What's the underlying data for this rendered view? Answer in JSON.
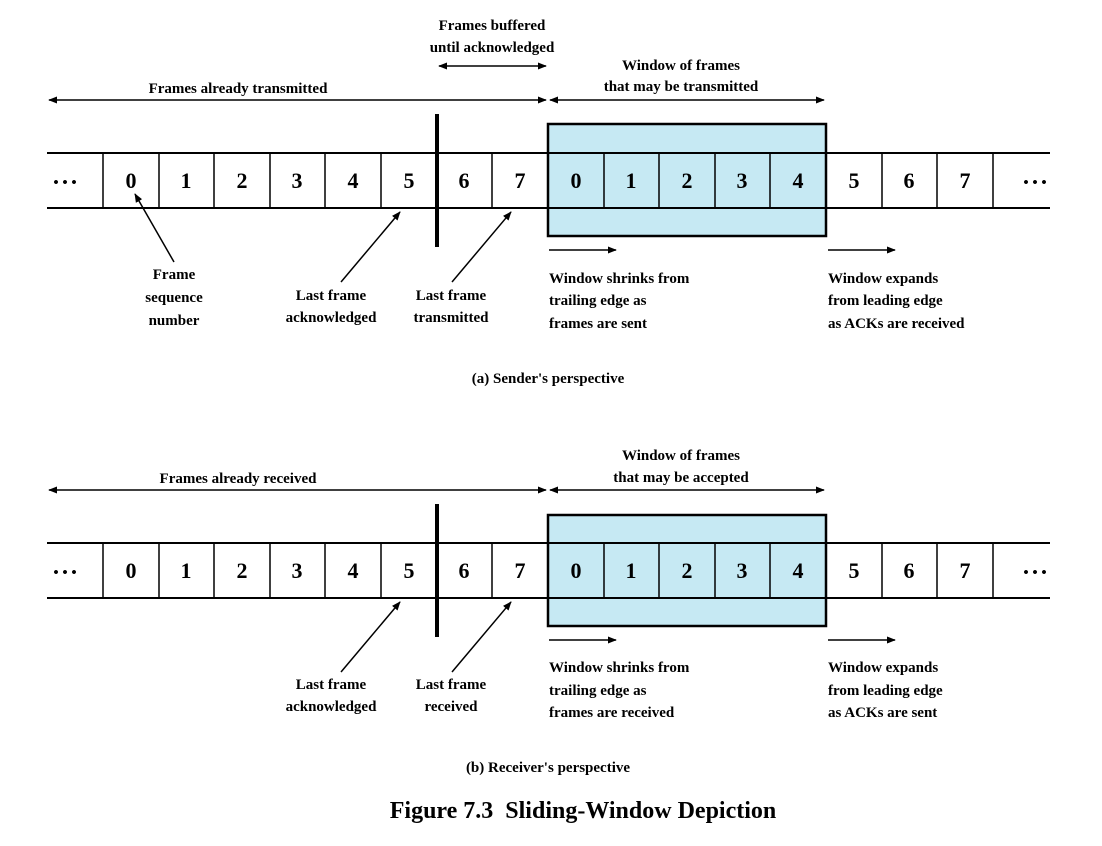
{
  "colors": {
    "window_fill": "#c6e9f3",
    "line": "#000000"
  },
  "icons": {
    "ellipsis": "three-dots",
    "arrows": "double-headed and single-headed arrows"
  },
  "ellipsis": "• • •",
  "figure_title": "Figure 7.3  Sliding-Window Depiction",
  "panels": [
    {
      "id": "sender",
      "caption": "(a) Sender's perspective",
      "frames": [
        "0",
        "1",
        "2",
        "3",
        "4",
        "5",
        "6",
        "7",
        "0",
        "1",
        "2",
        "3",
        "4",
        "5",
        "6",
        "7"
      ],
      "window_frame_count": 5,
      "top_left_label": "Frames already transmitted",
      "buffered_label": [
        "Frames buffered",
        "until acknowledged"
      ],
      "window_label": [
        "Window of frames",
        "that may be transmitted"
      ],
      "frame_seq_label": [
        "Frame",
        "sequence",
        "number"
      ],
      "last_ack_label": [
        "Last frame",
        "acknowledged"
      ],
      "last_frame_label": [
        "Last frame",
        "transmitted"
      ],
      "shrink_label": [
        "Window shrinks from",
        "trailing edge as",
        "frames are sent"
      ],
      "expand_label": [
        "Window expands",
        "from leading edge",
        "as ACKs are received"
      ]
    },
    {
      "id": "receiver",
      "caption": "(b) Receiver's perspective",
      "frames": [
        "0",
        "1",
        "2",
        "3",
        "4",
        "5",
        "6",
        "7",
        "0",
        "1",
        "2",
        "3",
        "4",
        "5",
        "6",
        "7"
      ],
      "window_frame_count": 5,
      "top_left_label": "Frames already received",
      "window_label": [
        "Window of frames",
        "that may be accepted"
      ],
      "last_ack_label": [
        "Last frame",
        "acknowledged"
      ],
      "last_frame_label": [
        "Last frame",
        "received"
      ],
      "shrink_label": [
        "Window shrinks from",
        "trailing edge as",
        "frames are received"
      ],
      "expand_label": [
        "Window expands",
        "from leading edge",
        "as ACKs are sent"
      ]
    }
  ]
}
